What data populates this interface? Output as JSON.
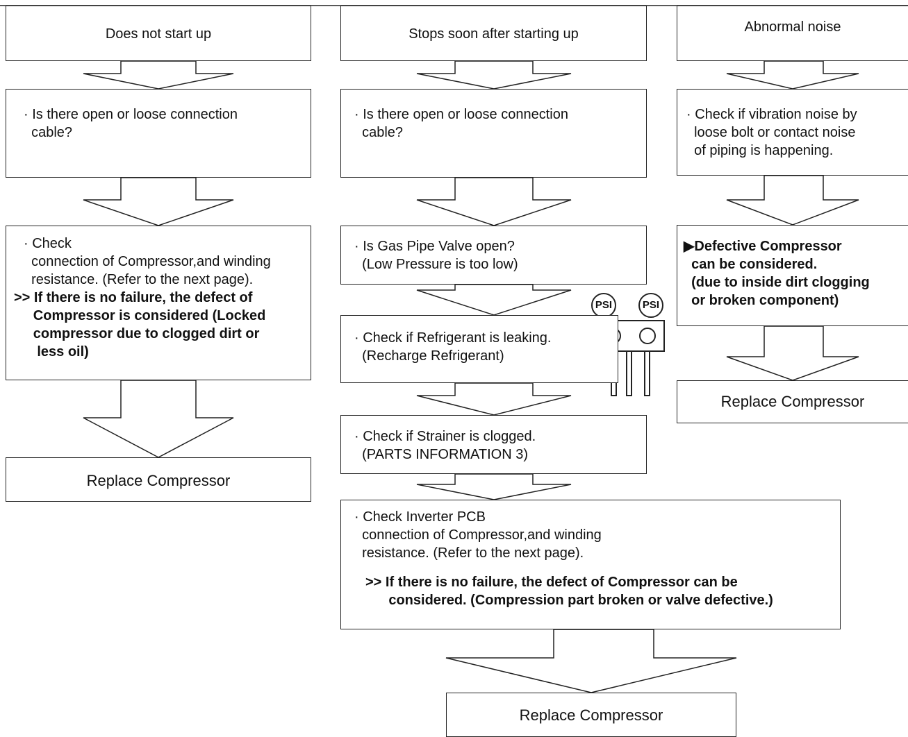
{
  "columns": {
    "left": {
      "header": "Does not start up",
      "step1": "· Is there open or loose connection\n  cable?",
      "step2": "· Check\n  connection of Compressor,and winding\n  resistance. (Refer to the next page).",
      "step2_bold": ">> If there is no failure, the defect of\n     Compressor is considered (Locked\n     compressor due to clogged dirt or\n      less oil)",
      "result": "Replace Compressor"
    },
    "middle": {
      "header": "Stops soon after starting up",
      "step1": "· Is there open or loose connection\n  cable?",
      "step2": "· Is Gas Pipe Valve open?\n  (Low Pressure is too low)",
      "step3": "· Check if Refrigerant is leaking.\n  (Recharge Refrigerant)",
      "step4": "· Check if Strainer is clogged.\n  (PARTS INFORMATION 3)",
      "step5": "· Check Inverter PCB\n  connection of Compressor,and winding\n  resistance. (Refer to the next page).",
      "step5_bold": ">> If there is no failure, the defect of Compressor can be\n      considered. (Compression part broken or valve defective.)",
      "result": "Replace Compressor"
    },
    "right": {
      "header": "Abnormal noise",
      "step1": "· Check if vibration noise by\n  loose bolt or contact noise\n  of piping is happening.",
      "step2_bold": "▶Defective Compressor\n  can be considered.\n  (due to inside dirt clogging\n  or broken component)",
      "result": "Replace Compressor"
    }
  },
  "gauge": {
    "label_left": "PSI",
    "label_right": "PSI",
    "icon": "pressure-gauge-manifold-icon"
  }
}
